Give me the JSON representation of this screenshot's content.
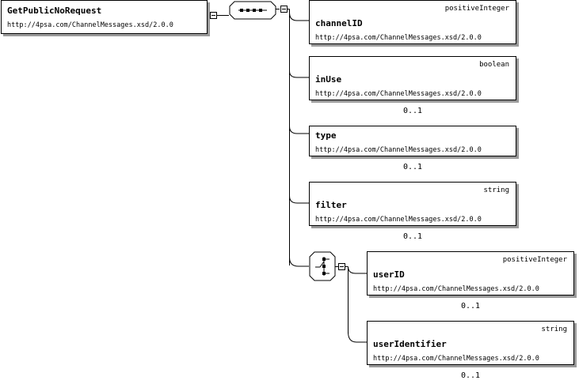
{
  "root": {
    "name": "GetPublicNoRequest",
    "namespace": "http://4psa.com/ChannelMessages.xsd/2.0.0"
  },
  "sequence": {
    "icon": "sequence-compositor-icon",
    "elements": [
      {
        "name": "channelID",
        "type": "positiveInteger",
        "namespace": "http://4psa.com/ChannelMessages.xsd/2.0.0",
        "occurs": ""
      },
      {
        "name": "inUse",
        "type": "boolean",
        "namespace": "http://4psa.com/ChannelMessages.xsd/2.0.0",
        "occurs": "0..1"
      },
      {
        "name": "type",
        "type": "",
        "namespace": "http://4psa.com/ChannelMessages.xsd/2.0.0",
        "occurs": "0..1"
      },
      {
        "name": "filter",
        "type": "string",
        "namespace": "http://4psa.com/ChannelMessages.xsd/2.0.0",
        "occurs": "0..1"
      }
    ]
  },
  "choice": {
    "icon": "choice-compositor-icon",
    "elements": [
      {
        "name": "userID",
        "type": "positiveInteger",
        "namespace": "http://4psa.com/ChannelMessages.xsd/2.0.0",
        "occurs": "0..1"
      },
      {
        "name": "userIdentifier",
        "type": "string",
        "namespace": "http://4psa.com/ChannelMessages.xsd/2.0.0",
        "occurs": "0..1"
      }
    ]
  }
}
